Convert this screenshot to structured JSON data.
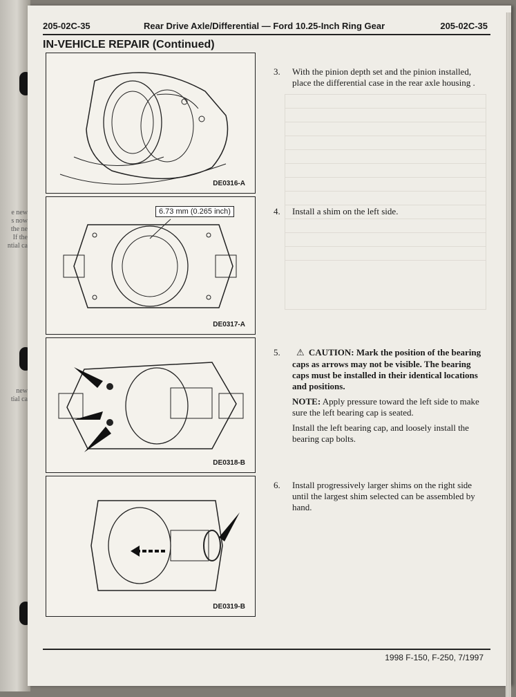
{
  "header": {
    "code_left": "205-02C-35",
    "title": "Rear Drive Axle/Differential — Ford 10.25-Inch Ring Gear",
    "code_right": "205-02C-35"
  },
  "section_title": "IN-VEHICLE REPAIR (Continued)",
  "figures": [
    {
      "id": "DE0316-A"
    },
    {
      "id": "DE0317-A",
      "measurement": "6.73 mm (0.265 inch)"
    },
    {
      "id": "DE0318-B"
    },
    {
      "id": "DE0319-B"
    }
  ],
  "steps": [
    {
      "number": "3.",
      "text": "With the pinion depth set and the pinion installed, place the differential case in the rear axle housing ."
    },
    {
      "number": "4.",
      "text": "Install a shim on the left side."
    },
    {
      "number": "5.",
      "caution_label": "CAUTION:",
      "caution_text": "Mark the position of the bearing caps as arrows may not be visible. The bearing caps must be installed in their identical locations and positions.",
      "note_label": "NOTE:",
      "note_text": "Apply pressure toward the left side to make sure the left bearing cap is seated.",
      "text": "Install the left bearing cap, and loosely install the bearing cap bolts."
    },
    {
      "number": "6.",
      "text": "Install progressively larger shims on the right side until the largest shim selected can be assembled by hand."
    }
  ],
  "footer": {
    "text": "1998 F-150, F-250, 7/1997"
  },
  "icons": {
    "caution": "caution-triangle-icon"
  }
}
